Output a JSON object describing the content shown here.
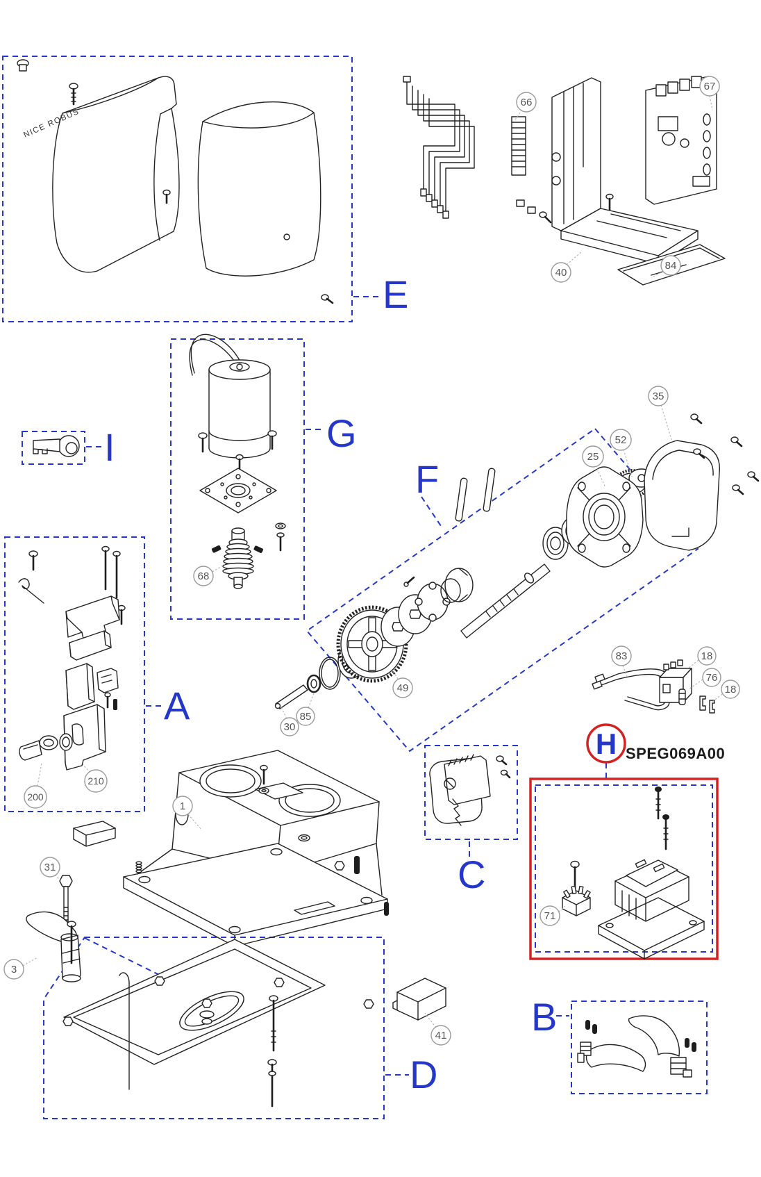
{
  "brand_text": "NICE ROBUS",
  "h_code": "SPEG069A00",
  "group_labels": {
    "a": "A",
    "b": "B",
    "c": "C",
    "d": "D",
    "e": "E",
    "f": "F",
    "g": "G",
    "h": "H",
    "i": "I"
  },
  "callouts": {
    "c1": "1",
    "c3": "3",
    "c18a": "18",
    "c18b": "18",
    "c25": "25",
    "c30": "30",
    "c31": "31",
    "c35": "35",
    "c40": "40",
    "c41": "41",
    "c49": "49",
    "c52": "52",
    "c66": "66",
    "c67": "67",
    "c68": "68",
    "c71": "71",
    "c76": "76",
    "c83": "83",
    "c84": "84",
    "c85": "85",
    "c200": "200",
    "c210": "210"
  },
  "colors": {
    "accent_blue": "#2437c9",
    "accent_red": "#d42222",
    "ink": "#222222",
    "callout_gray": "#555555",
    "background": "#ffffff"
  }
}
